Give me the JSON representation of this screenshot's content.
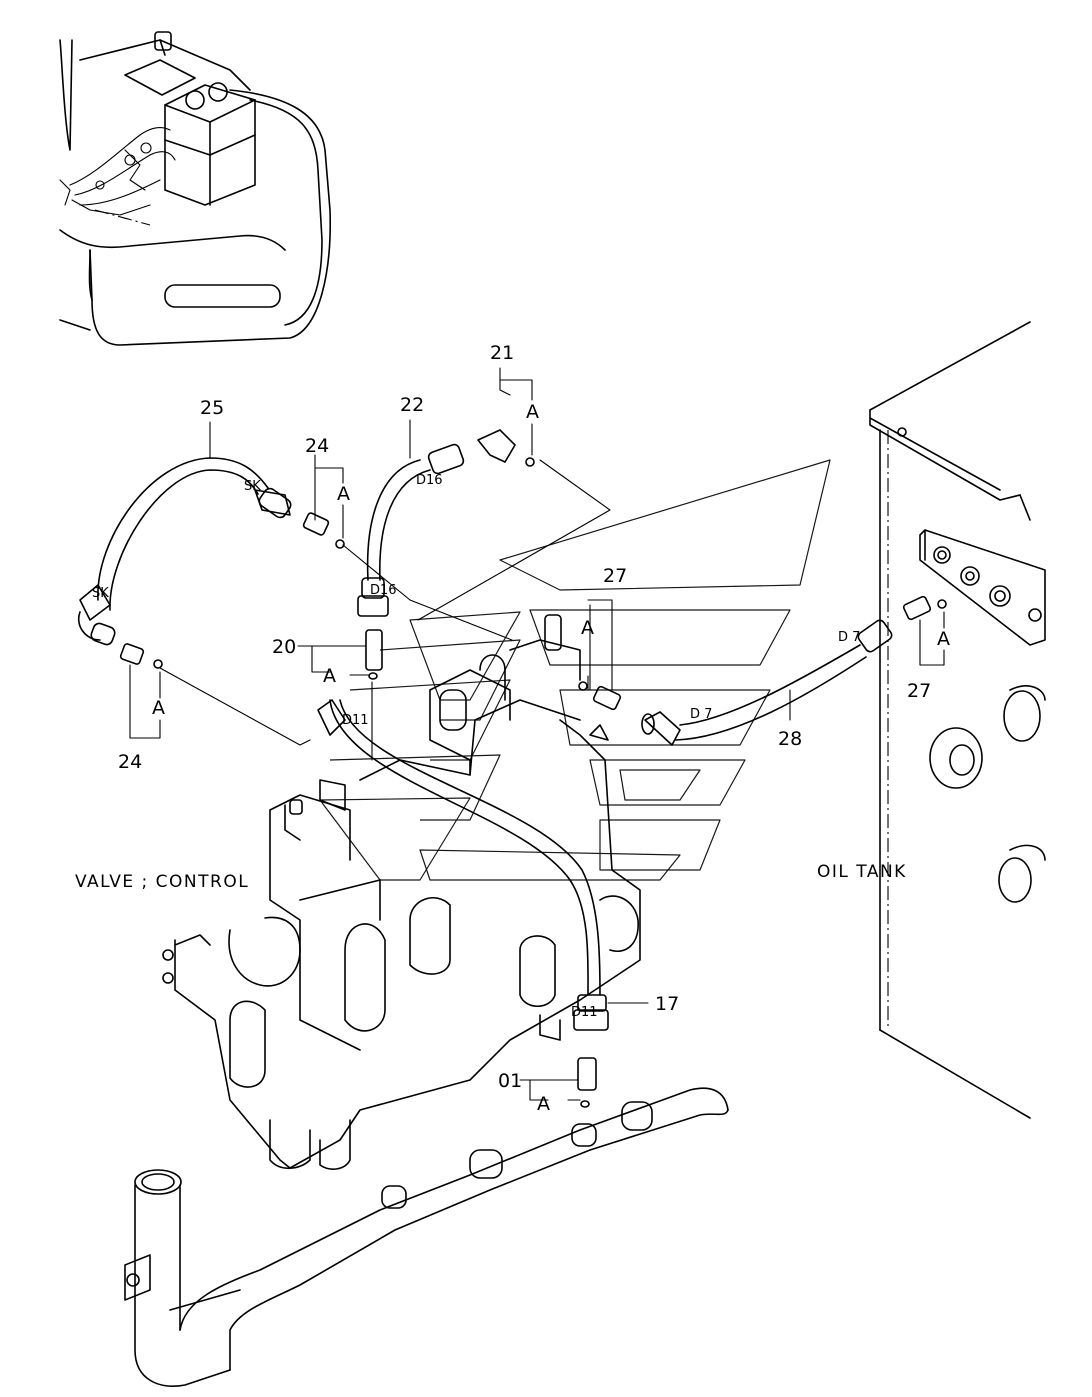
{
  "labels": {
    "valve_control": "VALVE ; CONTROL",
    "oil_tank": "OIL TANK"
  },
  "part_numbers": {
    "p01": "01",
    "p17": "17",
    "p20": "20",
    "p21": "21",
    "p22": "22",
    "p24_top": "24",
    "p24_left": "24",
    "p25": "25",
    "p27_top": "27",
    "p27_right": "27",
    "p28": "28"
  },
  "callouts": {
    "a": "A",
    "sk": "SK",
    "d16": "D16",
    "d11": "D11",
    "d7": "D 7"
  }
}
